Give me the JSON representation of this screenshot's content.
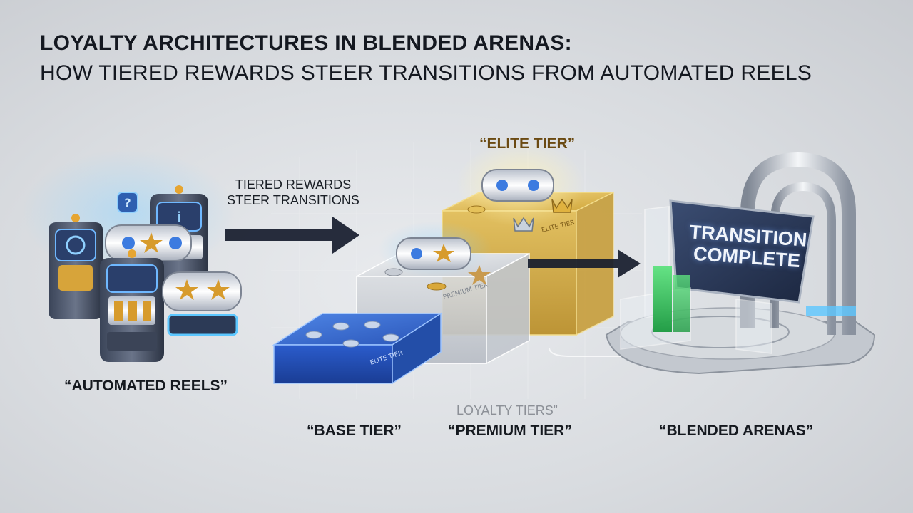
{
  "header": {
    "title": "LOYALTY ARCHITECTURES IN BLENDED ARENAS:",
    "subtitle": "HOW TIERED REWARDS STEER TRANSITIONS FROM AUTOMATED REELS"
  },
  "flow": {
    "label_line1": "TIERED REWARDS",
    "label_line2": "STEER TRANSITIONS"
  },
  "captions": {
    "automated_reels": "“AUTOMATED REELS”",
    "base_tier": "“BASE TIER”",
    "premium_tier": "“PREMIUM TIER”",
    "elite_tier": "“ELITE TIER”",
    "loyalty_tiers": "LOYALTY TIERS”",
    "blended_arenas": "“BLENDED ARENAS”"
  },
  "block_labels": {
    "base": "ELITE TIER",
    "premium": "PREMIUM TIER",
    "elite": "ELITE TIER"
  },
  "screen": {
    "line1": "TRANSITION",
    "line2": "COMPLETE"
  },
  "colors": {
    "base_tier": "#2f63c9",
    "premium_tier": "#d7dade",
    "elite_tier": "#d6ad3a",
    "arrow": "#161c2c",
    "arena_green": "#2fc65a",
    "screen": "#24314c"
  }
}
